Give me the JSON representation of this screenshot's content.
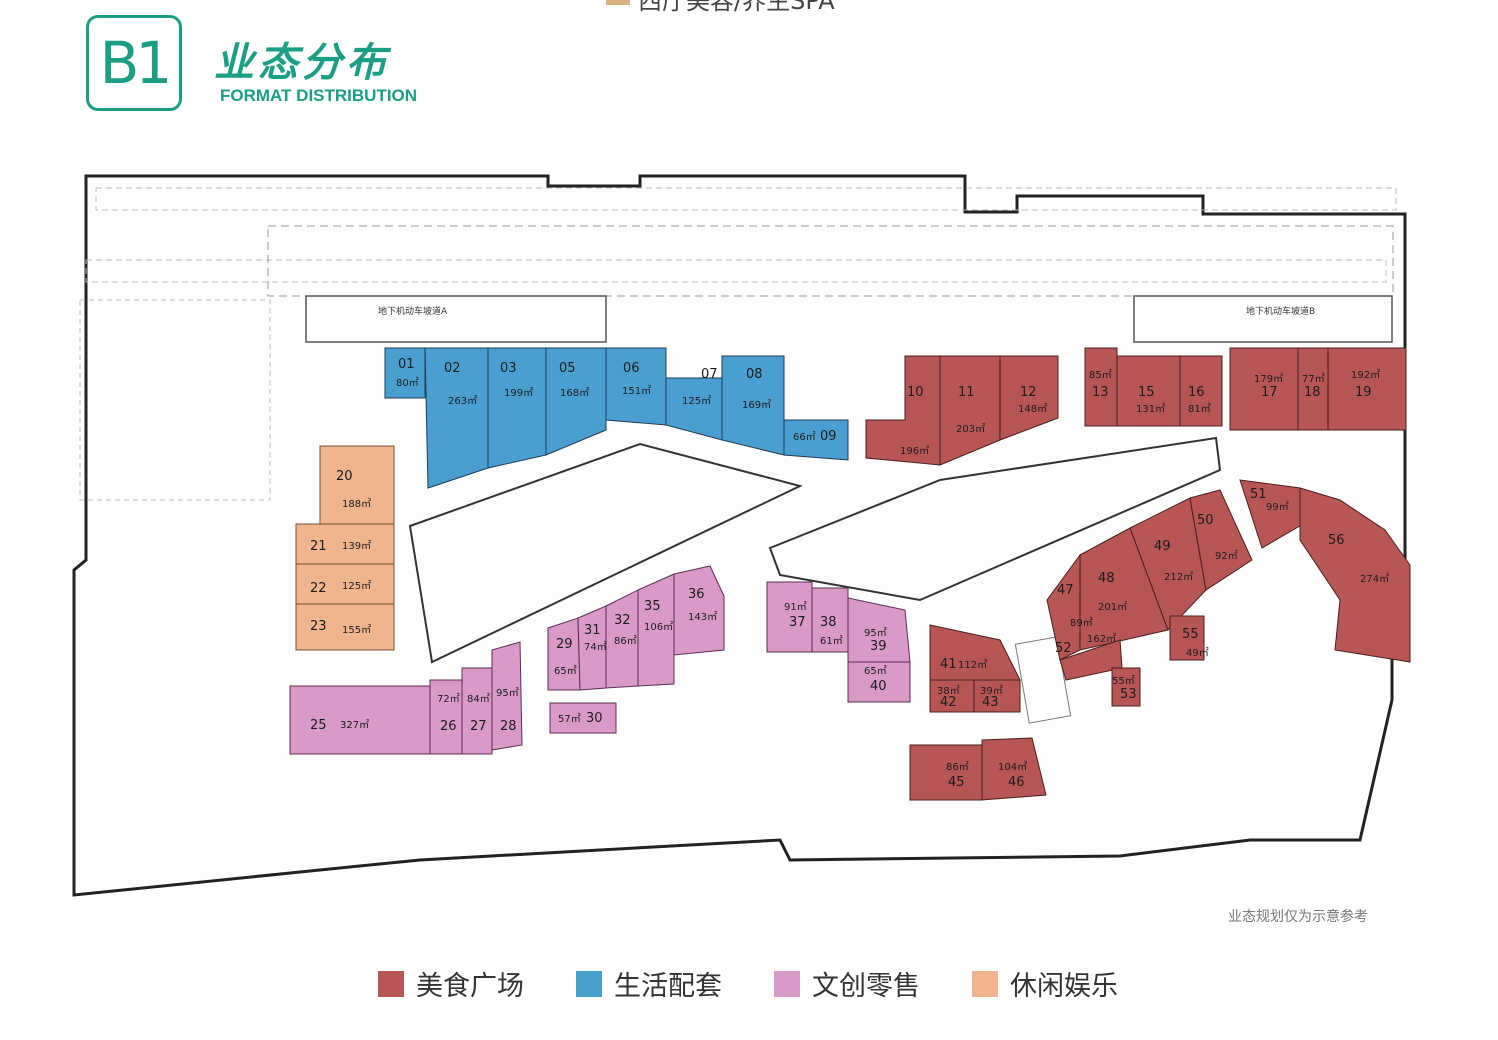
{
  "header": {
    "top_legend_fragment": "西厅美容/养生SPA",
    "badge_text": "B1",
    "title_cn": "业态分布",
    "title_en": "FORMAT DISTRIBUTION"
  },
  "map": {
    "parking_labels": {
      "ramp_a": "地下机动车坡道A",
      "ramp_b": "地下机动车坡道B"
    },
    "colors": {
      "food": "#b85555",
      "life": "#4a9fd0",
      "retail": "#d99ac8",
      "leisure": "#f0b48e"
    },
    "units": [
      {
        "id": "01",
        "area": "80㎡",
        "type": "life"
      },
      {
        "id": "02",
        "area": "263㎡",
        "type": "life"
      },
      {
        "id": "03",
        "area": "199㎡",
        "type": "life"
      },
      {
        "id": "05",
        "area": "168㎡",
        "type": "life"
      },
      {
        "id": "06",
        "area": "151㎡",
        "type": "life"
      },
      {
        "id": "07",
        "area": "125㎡",
        "type": "life"
      },
      {
        "id": "08",
        "area": "169㎡",
        "type": "life"
      },
      {
        "id": "09",
        "area": "66㎡",
        "type": "life"
      },
      {
        "id": "10",
        "area": "196㎡",
        "type": "food"
      },
      {
        "id": "11",
        "area": "203㎡",
        "type": "food"
      },
      {
        "id": "12",
        "area": "148㎡",
        "type": "food"
      },
      {
        "id": "13",
        "area": "85㎡",
        "type": "food"
      },
      {
        "id": "15",
        "area": "131㎡",
        "type": "food"
      },
      {
        "id": "16",
        "area": "81㎡",
        "type": "food"
      },
      {
        "id": "17",
        "area": "179㎡",
        "type": "food"
      },
      {
        "id": "18",
        "area": "77㎡",
        "type": "food"
      },
      {
        "id": "19",
        "area": "192㎡",
        "type": "food"
      },
      {
        "id": "20",
        "area": "188㎡",
        "type": "leisure"
      },
      {
        "id": "21",
        "area": "139㎡",
        "type": "leisure"
      },
      {
        "id": "22",
        "area": "125㎡",
        "type": "leisure"
      },
      {
        "id": "23",
        "area": "155㎡",
        "type": "leisure"
      },
      {
        "id": "25",
        "area": "327㎡",
        "type": "retail"
      },
      {
        "id": "26",
        "area": "72㎡",
        "type": "retail"
      },
      {
        "id": "27",
        "area": "84㎡",
        "type": "retail"
      },
      {
        "id": "28",
        "area": "95㎡",
        "type": "retail"
      },
      {
        "id": "29",
        "area": "65㎡",
        "type": "retail"
      },
      {
        "id": "30",
        "area": "57㎡",
        "type": "retail"
      },
      {
        "id": "31",
        "area": "74㎡",
        "type": "retail"
      },
      {
        "id": "32",
        "area": "86㎡",
        "type": "retail"
      },
      {
        "id": "35",
        "area": "106㎡",
        "type": "retail"
      },
      {
        "id": "36",
        "area": "143㎡",
        "type": "retail"
      },
      {
        "id": "37",
        "area": "91㎡",
        "type": "retail"
      },
      {
        "id": "38",
        "area": "61㎡",
        "type": "retail"
      },
      {
        "id": "39",
        "area": "95㎡",
        "type": "retail"
      },
      {
        "id": "40",
        "area": "65㎡",
        "type": "retail"
      },
      {
        "id": "41",
        "area": "112㎡",
        "type": "food"
      },
      {
        "id": "42",
        "area": "38㎡",
        "type": "food"
      },
      {
        "id": "43",
        "area": "39㎡",
        "type": "food"
      },
      {
        "id": "45",
        "area": "86㎡",
        "type": "food"
      },
      {
        "id": "46",
        "area": "104㎡",
        "type": "food"
      },
      {
        "id": "47",
        "area": "",
        "type": "food"
      },
      {
        "id": "48",
        "area": "201㎡",
        "type": "food"
      },
      {
        "id": "49",
        "area": "212㎡",
        "type": "food"
      },
      {
        "id": "50",
        "area": "92㎡",
        "type": "food"
      },
      {
        "id": "51",
        "area": "99㎡",
        "type": "food"
      },
      {
        "id": "52",
        "area": "89㎡",
        "type": "food"
      },
      {
        "id": "52b",
        "area": "162㎡",
        "type": "food"
      },
      {
        "id": "53",
        "area": "55㎡",
        "type": "food"
      },
      {
        "id": "55",
        "area": "49㎡",
        "type": "food"
      },
      {
        "id": "56",
        "area": "274㎡",
        "type": "food"
      }
    ]
  },
  "note": "业态规划仅为示意参考",
  "legend": [
    {
      "label": "美食广场",
      "color": "#b85555"
    },
    {
      "label": "生活配套",
      "color": "#4a9fd0"
    },
    {
      "label": "文创零售",
      "color": "#d99ac8"
    },
    {
      "label": "休闲娱乐",
      "color": "#f0b48e"
    }
  ]
}
